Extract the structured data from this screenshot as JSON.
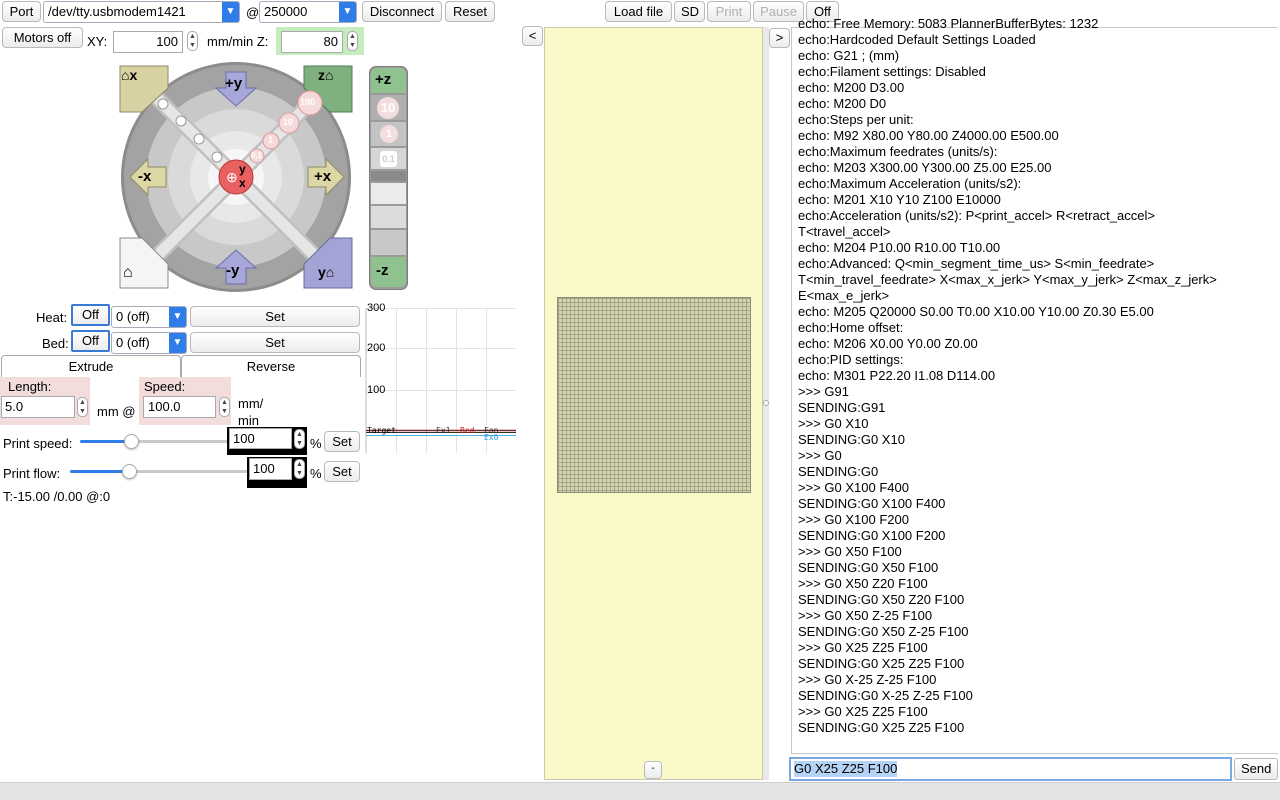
{
  "toolbar": {
    "port_label": "Port",
    "port_value": "/dev/tty.usbmodem1421",
    "at": "@",
    "baud_value": "250000",
    "disconnect_label": "Disconnect",
    "reset_label": "Reset",
    "load_file_label": "Load file",
    "sd_label": "SD",
    "print_label": "Print",
    "pause_label": "Pause",
    "off_label": "Off"
  },
  "motion": {
    "motors_off_label": "Motors off",
    "xy_label": "XY:",
    "xy_value": "100",
    "mmmin_z_label": "mm/min Z:",
    "z_value": "80"
  },
  "jog": {
    "home_x": "x",
    "home_z": "z",
    "home_y": "y",
    "plus_y": "+y",
    "minus_y": "-y",
    "minus_x": "-x",
    "plus_x": "+x",
    "steps": [
      "100",
      "10",
      "1",
      "0.1"
    ],
    "center_y": "y",
    "center_x": "x",
    "plus_z": "+z",
    "minus_z": "-z",
    "z_steps": [
      "10",
      "1",
      "0.1"
    ]
  },
  "temps": {
    "heat_label": "Heat:",
    "heat_off": "Off",
    "heat_value": "0 (off)",
    "bed_label": "Bed:",
    "bed_off": "Off",
    "bed_value": "0 (off)",
    "set_label": "Set"
  },
  "extrude": {
    "extrude_label": "Extrude",
    "reverse_label": "Reverse",
    "length_label": "Length:",
    "length_value": "5.0",
    "mm_at": "mm @",
    "speed_label": "Speed:",
    "speed_value": "100.0",
    "unit_line1": "mm/",
    "unit_line2": "min"
  },
  "speeds": {
    "print_speed_label": "Print speed:",
    "print_speed_value": "100",
    "print_speed_level": 1.0,
    "print_flow_label": "Print flow:",
    "print_flow_value": "100",
    "print_flow_level": 1.0,
    "percent": "%",
    "set_label": "Set"
  },
  "status_text": "T:-15.00 /0.00 @:0",
  "graph": {
    "yticks": [
      "300",
      "200",
      "100"
    ],
    "legend": [
      "Target",
      "Ex1",
      "Bed",
      "Fan",
      "Ex0"
    ]
  },
  "viewer": {
    "collapse_left": "<",
    "collapse_right": ">",
    "bottom_handle": "-"
  },
  "console": {
    "lines": [
      "echo:  Free Memory: 5083  PlannerBufferBytes: 1232",
      "echo:Hardcoded Default Settings Loaded",
      "echo:  G21    ; (mm)",
      "echo:Filament settings: Disabled",
      "echo:  M200 D3.00",
      "echo:  M200 D0",
      "echo:Steps per unit:",
      "echo:  M92 X80.00 Y80.00 Z4000.00 E500.00",
      "echo:Maximum feedrates (units/s):",
      "echo:  M203 X300.00 Y300.00 Z5.00 E25.00",
      "echo:Maximum Acceleration (units/s2):",
      "echo:  M201 X10 Y10 Z100 E10000",
      "echo:Acceleration (units/s2): P<print_accel> R<retract_accel>",
      "T<travel_accel>",
      "echo:  M204 P10.00 R10.00 T10.00",
      "echo:Advanced: Q<min_segment_time_us> S<min_feedrate>",
      "T<min_travel_feedrate> X<max_x_jerk> Y<max_y_jerk> Z<max_z_jerk>",
      "E<max_e_jerk>",
      "echo:  M205 Q20000 S0.00 T0.00 X10.00 Y10.00 Z0.30 E5.00",
      "echo:Home offset:",
      "echo:  M206 X0.00 Y0.00 Z0.00",
      "echo:PID settings:",
      "echo:  M301 P22.20 I1.08 D114.00",
      ">>> G91",
      "SENDING:G91",
      ">>> G0 X10",
      "SENDING:G0 X10",
      ">>> G0",
      "SENDING:G0",
      ">>> G0 X100 F400",
      "SENDING:G0 X100 F400",
      ">>> G0 X100 F200",
      "SENDING:G0 X100 F200",
      ">>> G0 X50 F100",
      "SENDING:G0 X50 F100",
      ">>> G0 X50 Z20 F100",
      "SENDING:G0 X50 Z20 F100",
      ">>> G0 X50 Z-25 F100",
      "SENDING:G0 X50 Z-25 F100",
      ">>> G0 X25 Z25 F100",
      "SENDING:G0 X25 Z25 F100",
      ">>> G0 X-25 Z-25 F100",
      "SENDING:G0 X-25 Z-25 F100",
      ">>> G0 X25 Z25 F100",
      "SENDING:G0 X25 Z25 F100"
    ],
    "input_value": "G0 X25 Z25 F100",
    "send_label": "Send"
  }
}
